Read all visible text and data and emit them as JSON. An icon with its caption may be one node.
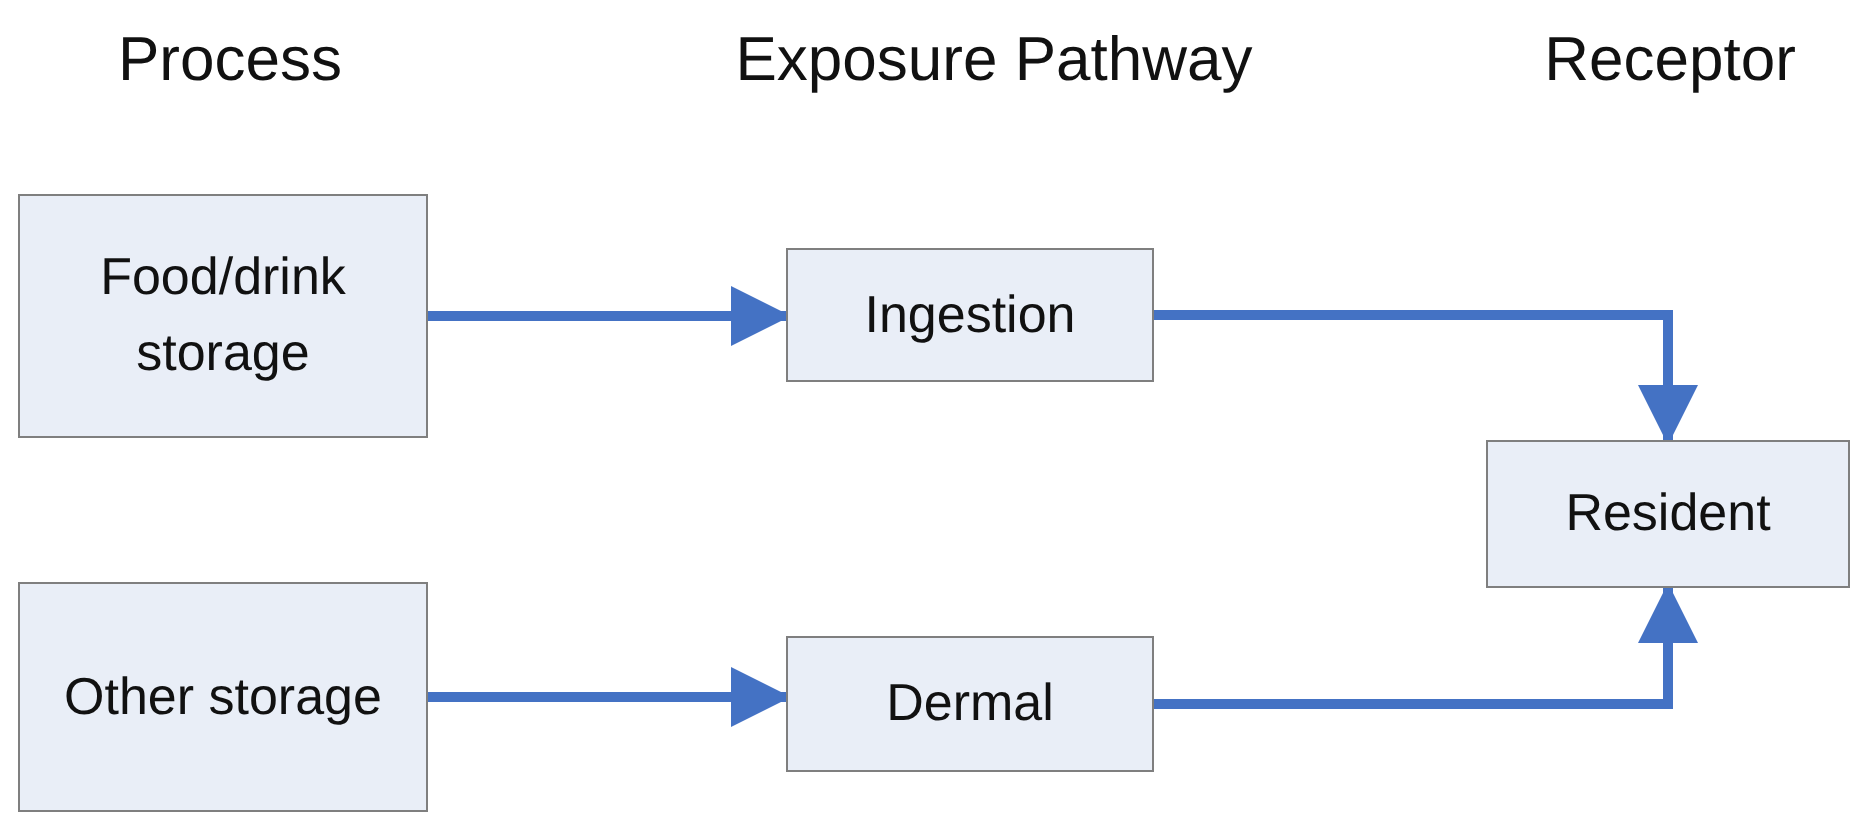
{
  "diagram": {
    "nodes": [
      {
        "text": [
          "Food/drink storage"
        ]
      },
      {
        "text": [
          "Ingestion"
        ]
      },
      {
        "text": [
          "Resident"
        ]
      },
      {
        "text": [
          "Other storage"
        ]
      },
      {
        "text": [
          "Dermal"
        ]
      }
    ],
    "edges": [
      {
        "from": 0,
        "to": 1,
        "arrow": "to"
      },
      {
        "from": 1,
        "to": 2,
        "arrow": "to"
      },
      {
        "from": 3,
        "to": 4,
        "arrow": "to"
      },
      {
        "from": 4,
        "to": 2,
        "arrow": "to"
      }
    ],
    "labels": [
      "Process",
      "Exposure Pathway",
      "Receptor"
    ]
  }
}
